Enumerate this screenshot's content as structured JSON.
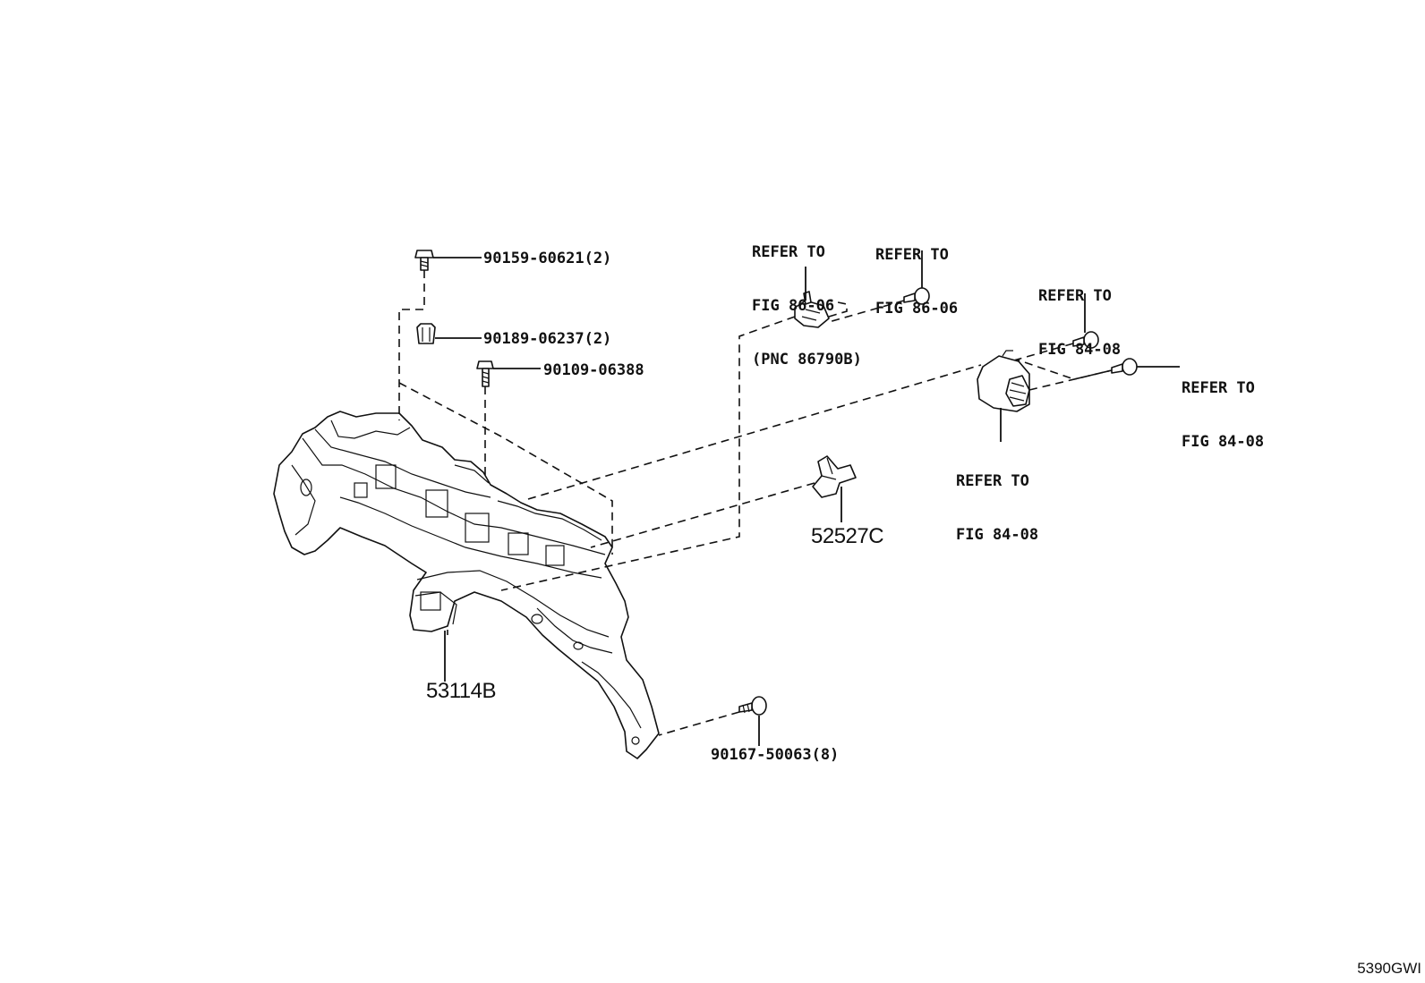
{
  "diagram": {
    "callouts": {
      "bolt_90159": "90159-60621(2)",
      "nut_90189": "90189-06237(2)",
      "bolt_90109": "90109-06388",
      "screw_90167": "90167-50063(8)",
      "part_53114B": "53114B",
      "part_52527C": "52527C"
    },
    "references": {
      "ref_86_06_pnc": [
        "REFER TO",
        "FIG 86-06",
        "(PNC 86790B)"
      ],
      "ref_86_06": [
        "REFER TO",
        "FIG 86-06"
      ],
      "ref_84_08_top": [
        "REFER TO",
        "FIG 84-08"
      ],
      "ref_84_08_right": [
        "REFER TO",
        "FIG 84-08"
      ],
      "ref_84_08_bottom": [
        "REFER TO",
        "FIG 84-08"
      ]
    },
    "drawing_code": "5390GWI"
  }
}
